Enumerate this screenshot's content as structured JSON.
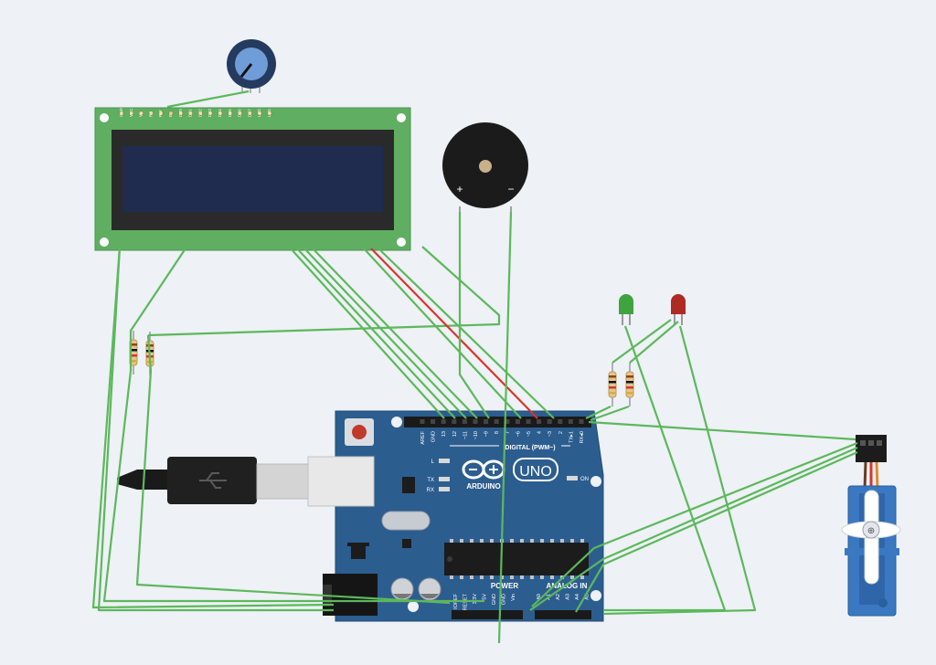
{
  "colors": {
    "background": "#eef1f5",
    "wire_green": "#5cb85c",
    "wire_red": "#d9352b",
    "lcd_board": "#5fae61",
    "lcd_screen": "#1f2b4f",
    "arduino_board": "#2c5d8f",
    "servo_body": "#3a78c2"
  },
  "lcd": {
    "pins": [
      "GND",
      "VCC",
      "V0",
      "RS",
      "RW",
      "E",
      "DB0",
      "DB1",
      "DB2",
      "DB3",
      "DB4",
      "DB5",
      "DB6",
      "DB7",
      "LED",
      "LED"
    ]
  },
  "arduino": {
    "brand": "ARDUINO",
    "model": "UNO",
    "digital_label": "DIGITAL (PWM~)",
    "digital_pins": [
      "AREF",
      "GND",
      "13",
      "12",
      "~11",
      "~10",
      "~9",
      "8",
      "7",
      "~6",
      "~5",
      "4",
      "~3",
      "2",
      "TX▸1",
      "RX◂0"
    ],
    "led_labels": [
      "L",
      "TX",
      "RX"
    ],
    "on_label": "ON",
    "power_label": "POWER",
    "analog_label": "ANALOG IN",
    "power_pins": [
      "IOREF",
      "RESET",
      "3.3V",
      "5V",
      "GND",
      "GND",
      "Vin"
    ],
    "analog_pins": [
      "A0",
      "A1",
      "A2",
      "A3",
      "A4",
      "A5"
    ]
  },
  "buzzer": {
    "plus": "+",
    "minus": "−"
  },
  "leds": [
    {
      "color_name": "green",
      "color": "#3fa33f"
    },
    {
      "color_name": "red",
      "color": "#b02a24"
    }
  ],
  "icons": {
    "usb": "usb-icon",
    "pot": "potentiometer-icon"
  }
}
